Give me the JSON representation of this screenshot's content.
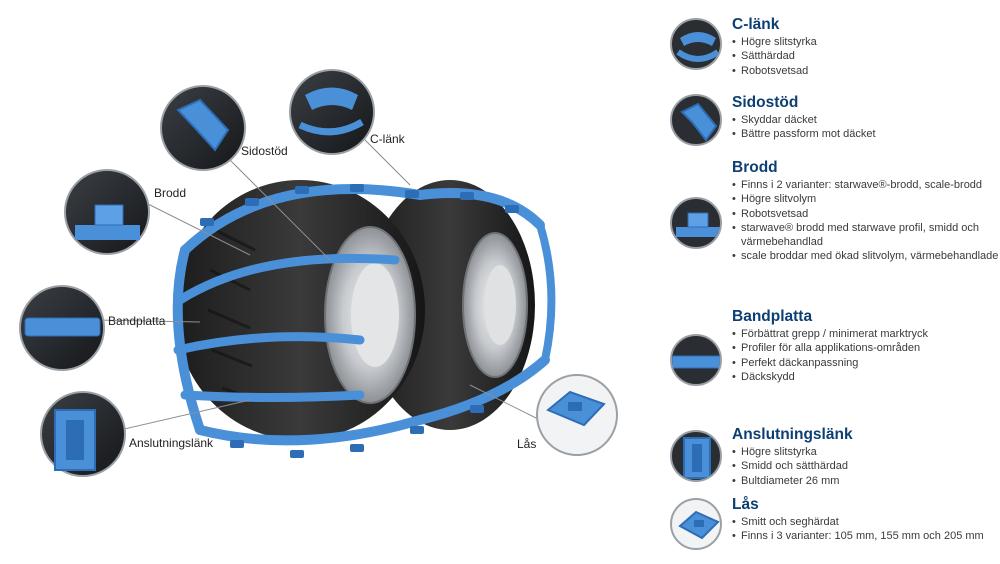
{
  "callouts": {
    "sidostod": "Sidostöd",
    "c_lank": "C-länk",
    "brodd": "Brodd",
    "bandplatta": "Bandplatta",
    "anslutningslank": "Anslutningslänk",
    "las": "Lås"
  },
  "legend": [
    {
      "title": "C-länk",
      "bullets": [
        "Högre slitstyrka",
        "Sätthärdad",
        "Robotsvetsad"
      ]
    },
    {
      "title": "Sidostöd",
      "bullets": [
        "Skyddar däcket",
        "Bättre passform mot däcket"
      ]
    },
    {
      "title": "Brodd",
      "bullets": [
        "Finns i 2 varianter: starwave®-brodd, scale-brodd",
        "Högre slitvolym",
        "Robotsvetsad",
        "starwave® brodd med starwave profil, smidd och värmebehandlad",
        "scale broddar med ökad slitvolym, värmebehandlade"
      ]
    },
    {
      "title": "Bandplatta",
      "bullets": [
        "Förbättrat grepp / minimerat marktryck",
        "Profiler för alla applikations-områden",
        "Perfekt däckanpassning",
        "Däckskydd"
      ]
    },
    {
      "title": "Anslutningslänk",
      "bullets": [
        "Högre slitstyrka",
        "Smidd och sätthärdad",
        "Bultdiameter 26 mm"
      ]
    },
    {
      "title": "Lås",
      "bullets": [
        "Smitt och seghärdat",
        "Finns i 3 varianter: 105 mm, 155 mm och 205 mm"
      ]
    }
  ],
  "colors": {
    "track_blue": "#4a90d9",
    "track_dark": "#2d6db5",
    "title_blue": "#0d3f73",
    "tire": "#2b2b2b",
    "rim": "#c9ccd0"
  },
  "icons": {
    "part_thumbnail": "chain-part-icon",
    "lock_part": "lock-link-icon"
  }
}
